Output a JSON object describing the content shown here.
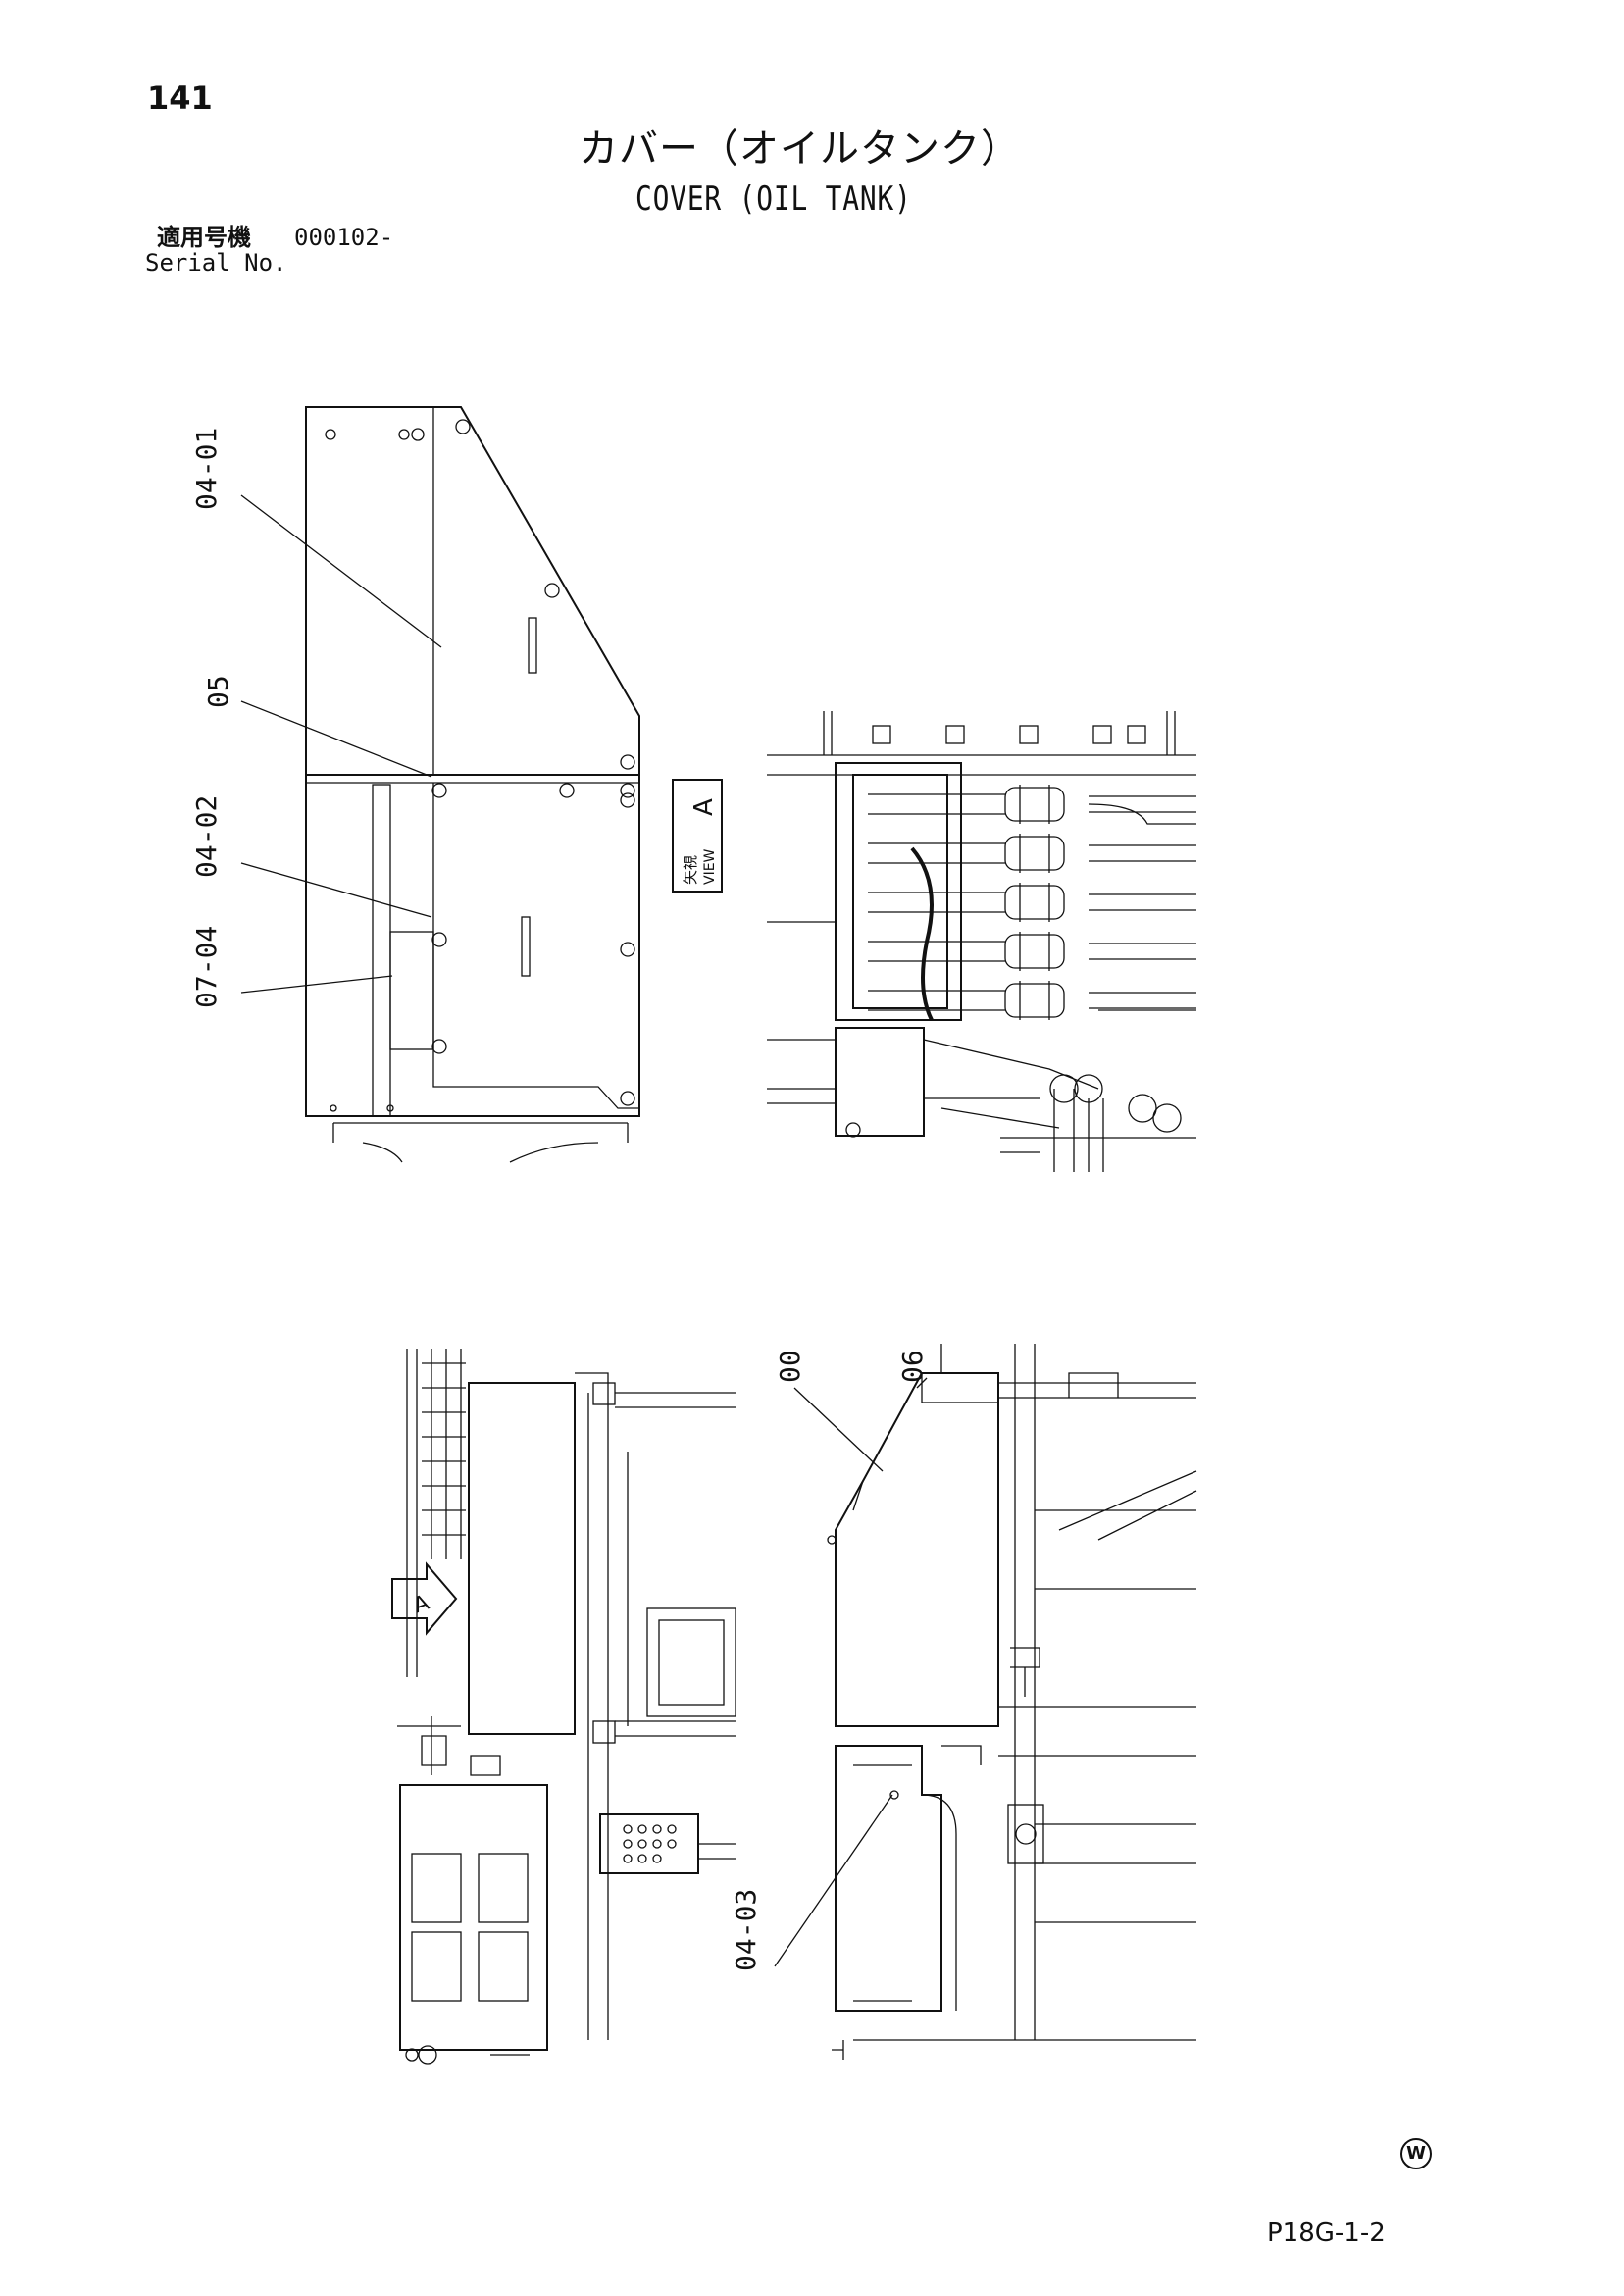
{
  "page": {
    "number": "141",
    "title_jp": "カバー（オイルタンク）",
    "title_en": "COVER (OIL TANK)",
    "serial_label_jp": "適用号機",
    "serial_value": "000102-",
    "serial_label_en": "Serial No.",
    "doc_code": "P18G-1-2",
    "mark": "W"
  },
  "drawing": {
    "view_label_jp": "矢視",
    "view_label_en": "VIEW",
    "view_letter": "A",
    "arrow_letter": "A",
    "callouts": [
      "04-01",
      "05",
      "04-02",
      "07-04",
      "00",
      "06",
      "04-03"
    ]
  }
}
